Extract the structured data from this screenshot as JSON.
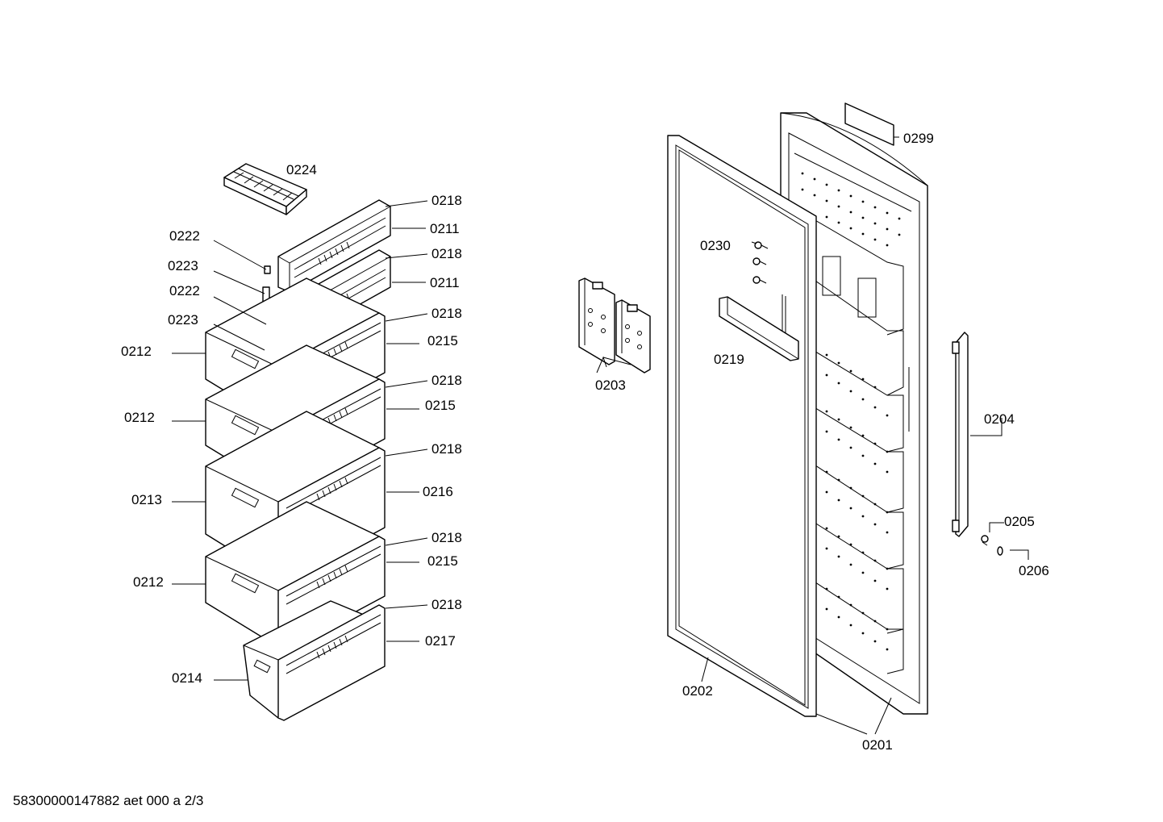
{
  "labels": {
    "p0224": "0224",
    "p0218_a": "0218",
    "p0211_a": "0211",
    "p0222_a": "0222",
    "p0218_b": "0218",
    "p0223_a": "0223",
    "p0211_b": "0211",
    "p0222_b": "0222",
    "p0218_c": "0218",
    "p0223_b": "0223",
    "p0215_a": "0215",
    "p0212_a": "0212",
    "p0218_d": "0218",
    "p0215_b": "0215",
    "p0212_b": "0212",
    "p0218_e": "0218",
    "p0216": "0216",
    "p0213": "0213",
    "p0218_f": "0218",
    "p0215_c": "0215",
    "p0212_c": "0212",
    "p0218_g": "0218",
    "p0217": "0217",
    "p0214": "0214",
    "p0299": "0299",
    "p0230": "0230",
    "p0219": "0219",
    "p0203": "0203",
    "p0204": "0204",
    "p0205": "0205",
    "p0206": "0206",
    "p0202": "0202",
    "p0201": "0201"
  },
  "footer": "58300000147882 aet 000 a 2/3"
}
